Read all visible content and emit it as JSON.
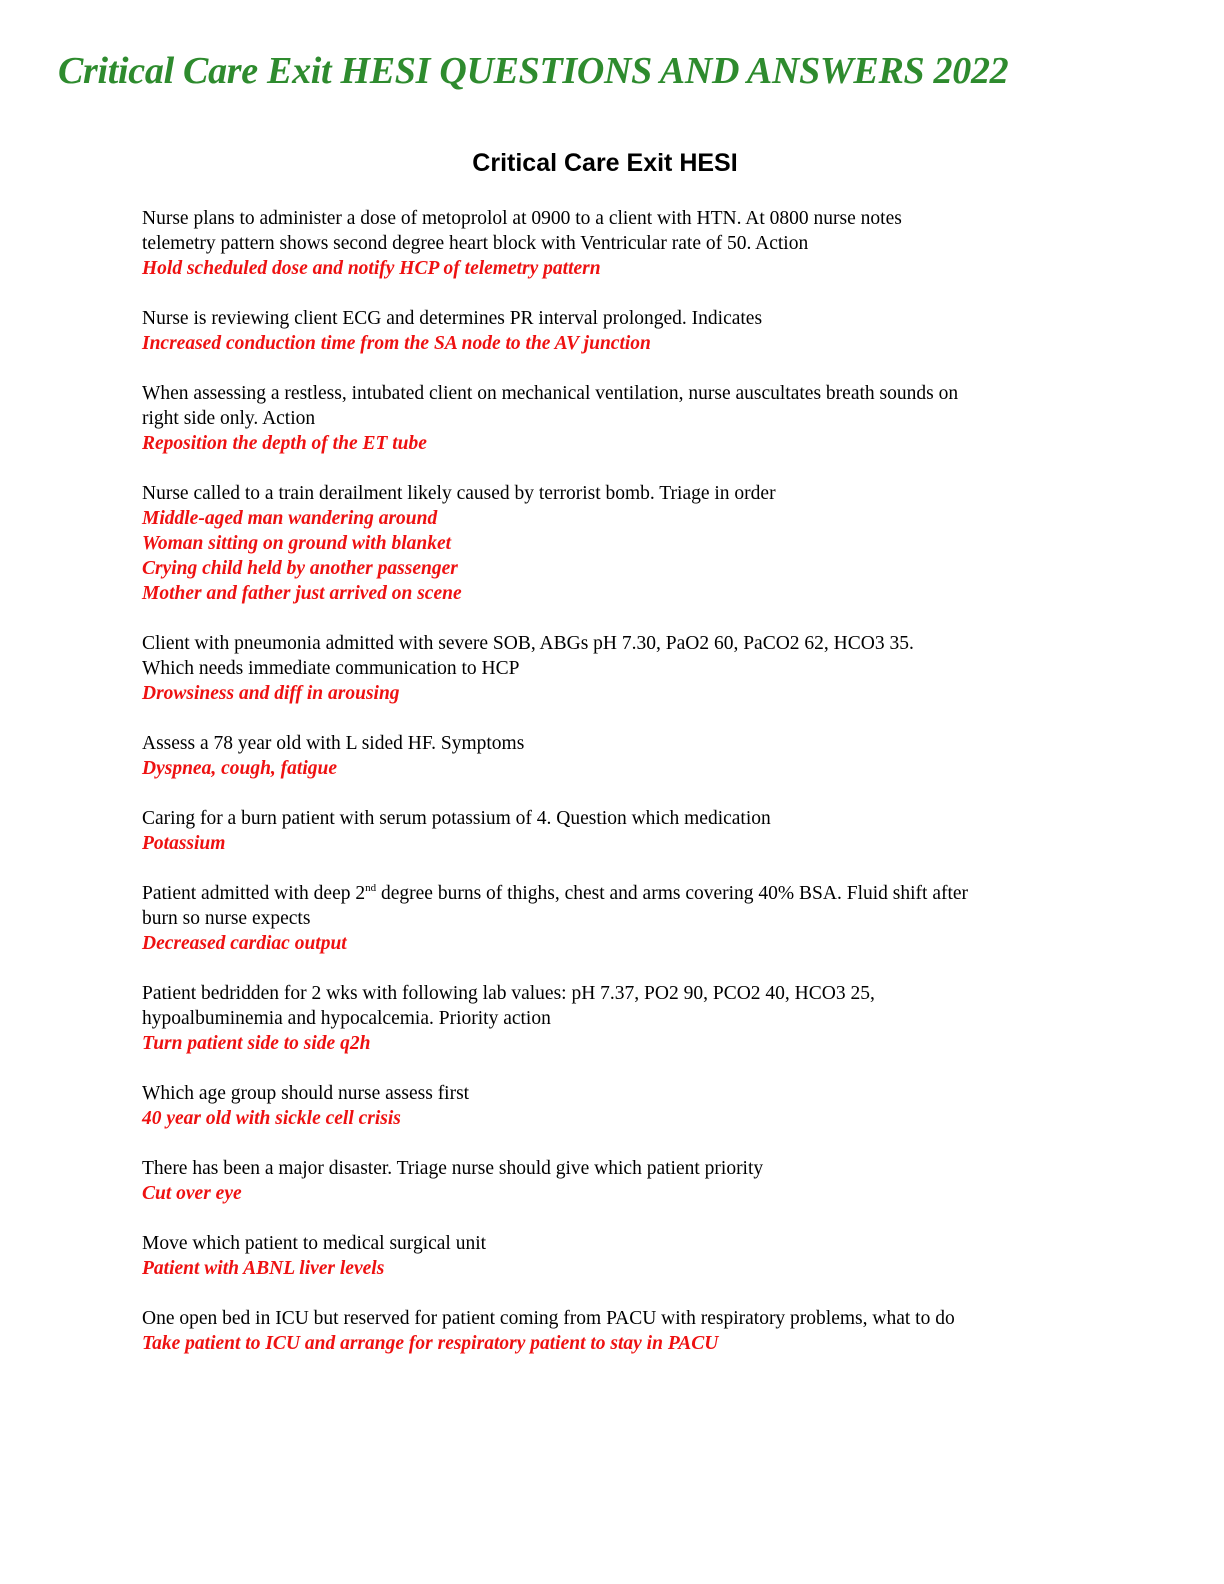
{
  "banner": "Critical Care Exit HESI QUESTIONS AND ANSWERS 2022",
  "title": "Critical Care Exit HESI",
  "items": [
    {
      "question": [
        "Nurse plans to administer a dose of metoprolol at 0900 to a client with HTN. At 0800 nurse notes",
        "telemetry pattern shows second degree heart block with Ventricular rate of 50. Action"
      ],
      "answers": [
        "Hold scheduled dose and notify HCP of telemetry pattern"
      ]
    },
    {
      "question": [
        "Nurse is reviewing client ECG and determines PR interval prolonged. Indicates"
      ],
      "answers": [
        "Increased conduction time from the SA node to the AV junction"
      ]
    },
    {
      "question": [
        "When assessing a restless, intubated client on mechanical ventilation, nurse auscultates breath sounds on",
        "right side only. Action"
      ],
      "answers": [
        "Reposition the depth of the ET tube"
      ]
    },
    {
      "question": [
        "Nurse called to a train derailment likely caused by terrorist bomb.  Triage in order"
      ],
      "answers": [
        "Middle-aged man wandering around",
        "Woman sitting on ground with blanket",
        "Crying child held by another passenger",
        "Mother and father just arrived on scene"
      ]
    },
    {
      "question": [
        "Client with pneumonia admitted with severe SOB, ABGs pH 7.30, PaO2 60, PaCO2 62, HCO3 35.",
        "Which needs immediate communication to HCP"
      ],
      "answers": [
        "Drowsiness and diff in arousing"
      ]
    },
    {
      "question": [
        "Assess a 78 year old with L sided HF. Symptoms"
      ],
      "answers": [
        "Dyspnea, cough, fatigue"
      ]
    },
    {
      "question": [
        "Caring for a burn patient with serum potassium of 4. Question which medication"
      ],
      "answers": [
        "Potassium"
      ]
    },
    {
      "question_parts": {
        "before_sup": "Patient admitted with deep 2",
        "sup": "nd",
        "after_sup": " degree burns of thighs, chest and arms covering 40% BSA. Fluid shift after",
        "line2": "burn so nurse expects"
      },
      "answers": [
        "Decreased cardiac output"
      ]
    },
    {
      "question": [
        "Patient bedridden for 2 wks with following lab values: pH 7.37, PO2 90, PCO2 40, HCO3 25,",
        "hypoalbuminemia and hypocalcemia. Priority action"
      ],
      "answers": [
        "Turn patient side to side q2h"
      ]
    },
    {
      "question": [
        "Which age group should nurse assess first"
      ],
      "answers": [
        "40 year old with sickle cell crisis"
      ]
    },
    {
      "question": [
        "There has been a major disaster. Triage nurse should give which patient priority"
      ],
      "answers": [
        "Cut over eye"
      ]
    },
    {
      "question": [
        "Move which patient to medical surgical unit"
      ],
      "answers": [
        "Patient with ABNL liver levels"
      ]
    },
    {
      "question": [
        "One open bed in ICU but reserved for patient coming from PACU with respiratory problems, what to do"
      ],
      "answers": [
        "Take patient to ICU and arrange for respiratory patient to stay in PACU"
      ]
    }
  ],
  "colors": {
    "banner": "#2e8b2e",
    "answer": "#ee1111",
    "question": "#000000"
  }
}
